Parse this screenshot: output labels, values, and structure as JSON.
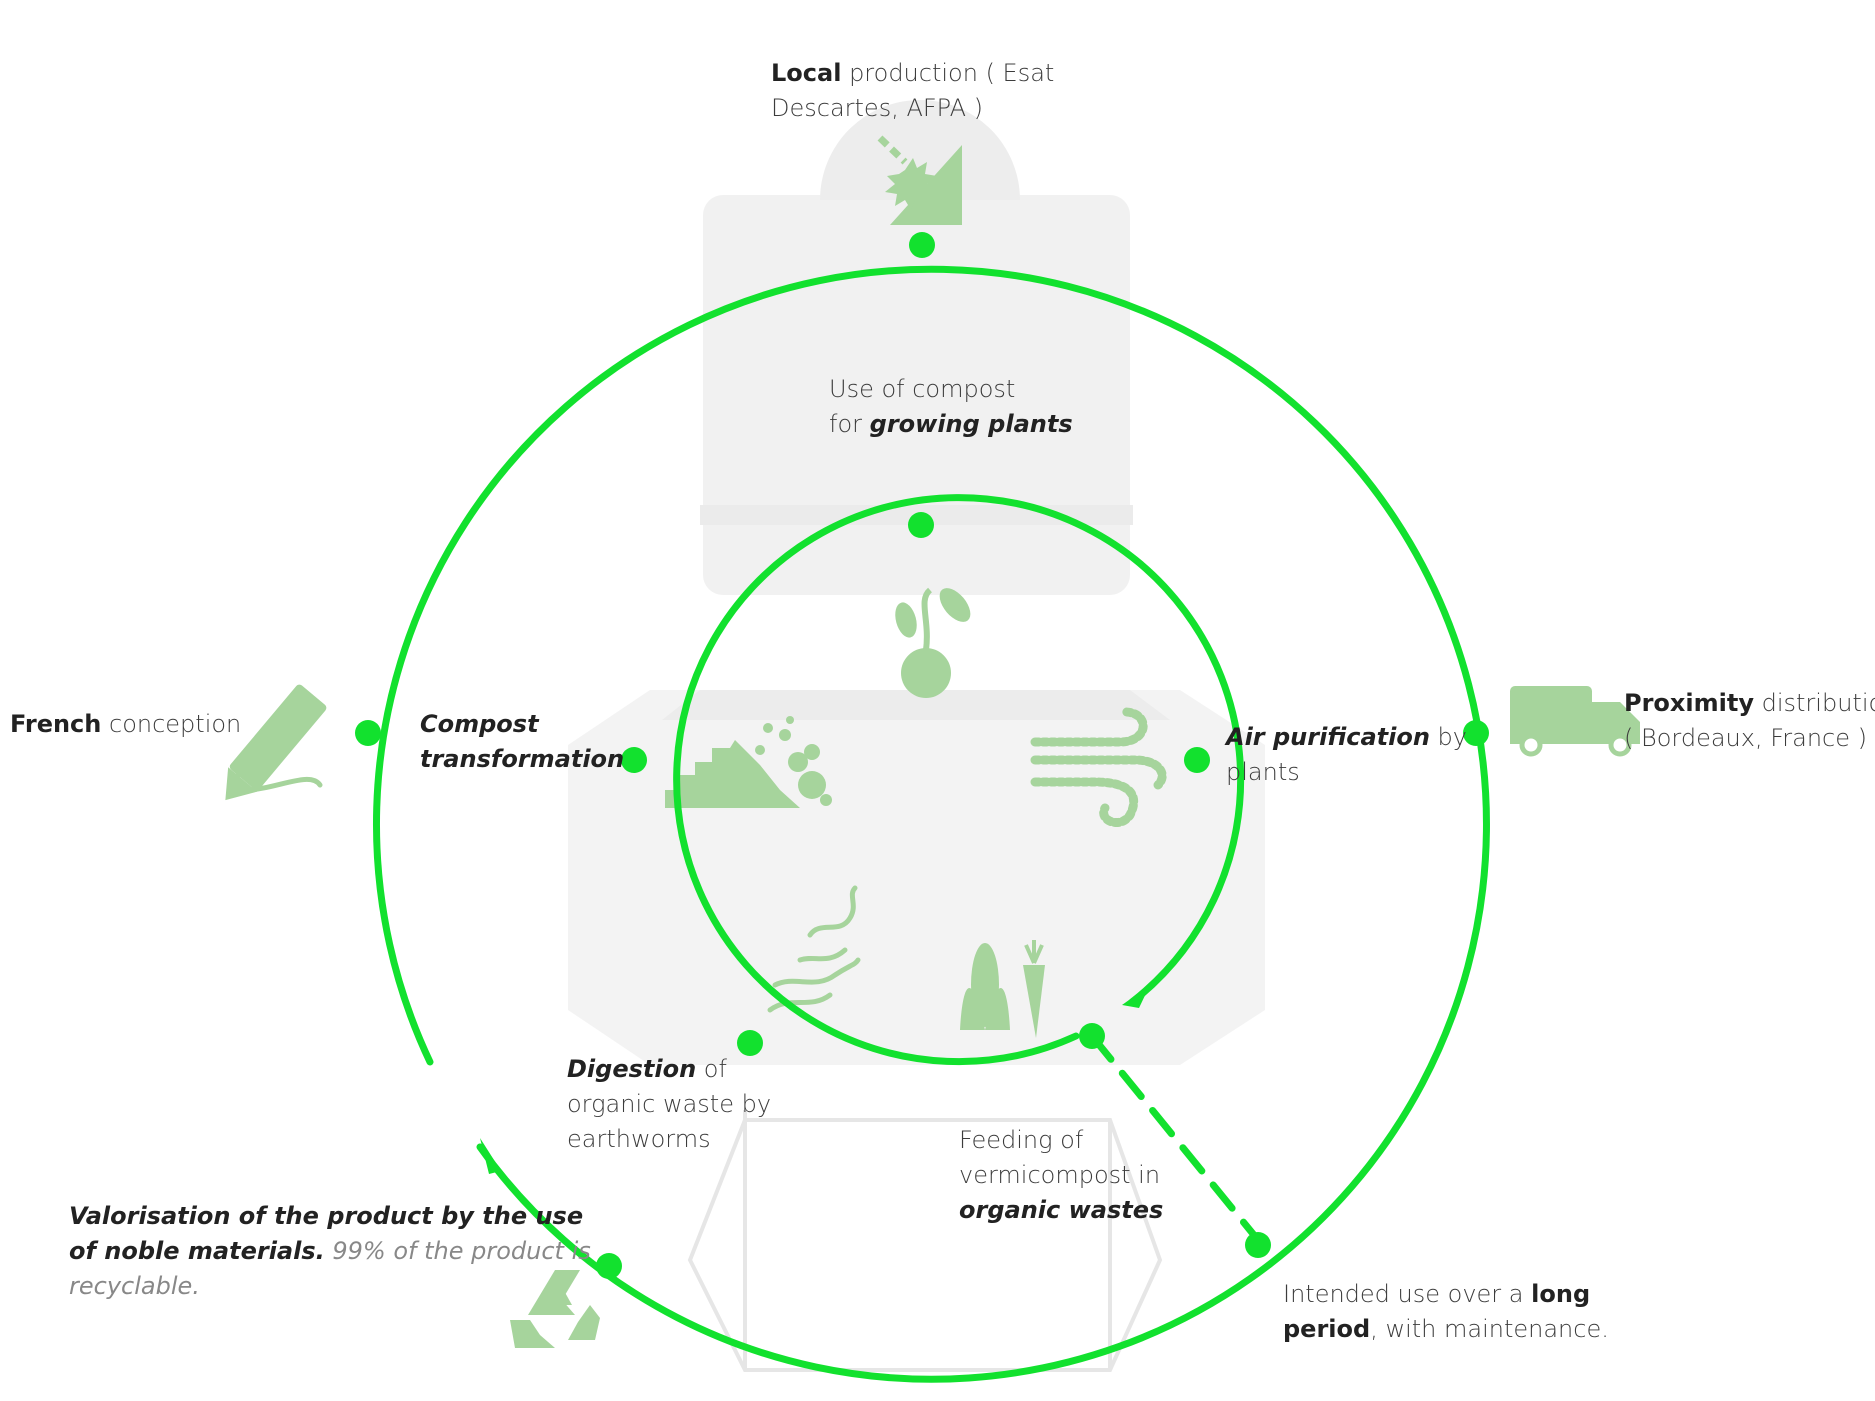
{
  "colors": {
    "ring": "#12e12e",
    "icon": "#a6d49c",
    "product_silhouette": "#f2f2f2",
    "product_outline": "#e4e4e4"
  },
  "labels": {
    "local": {
      "bold": "Local",
      "t1": " production ( Esat",
      "t2": "Descartes, AFPA )"
    },
    "compost_use": {
      "t1": "Use of compost",
      "t2": "for ",
      "ib": "growing plants"
    },
    "french": {
      "bold": "French",
      "t1": " conception"
    },
    "proximity": {
      "bold": "Proximity",
      "t1": " distribution",
      "t2": "( Bordeaux, France )"
    },
    "compost_transformation": {
      "ib1": "Compost",
      "ib2": "transformation"
    },
    "air": {
      "ib": "Air purification",
      "t1": " by",
      "t2": "plants"
    },
    "digestion": {
      "ib": "Digestion",
      "t1": " of",
      "t2": "organic waste by",
      "t3": "earthworms"
    },
    "feeding": {
      "t1": "Feeding of",
      "t2": "vermicompost in",
      "ib": "organic wastes"
    },
    "valorisation": {
      "ib1": "Valorisation of the product by the use",
      "ib2": "of noble materials.",
      "n1": " 99% of the product is",
      "n2": "recyclable."
    },
    "intended": {
      "t1": "Intended use over a ",
      "bold1": "long",
      "bold2": "period",
      "t2": ", with maintenance."
    }
  },
  "icons": [
    "tools-icon",
    "pencil-icon",
    "truck-icon",
    "sprout-icon",
    "rubble-icon",
    "wind-icon",
    "earthworms-icon",
    "vegetables-icon",
    "recycle-icon"
  ]
}
